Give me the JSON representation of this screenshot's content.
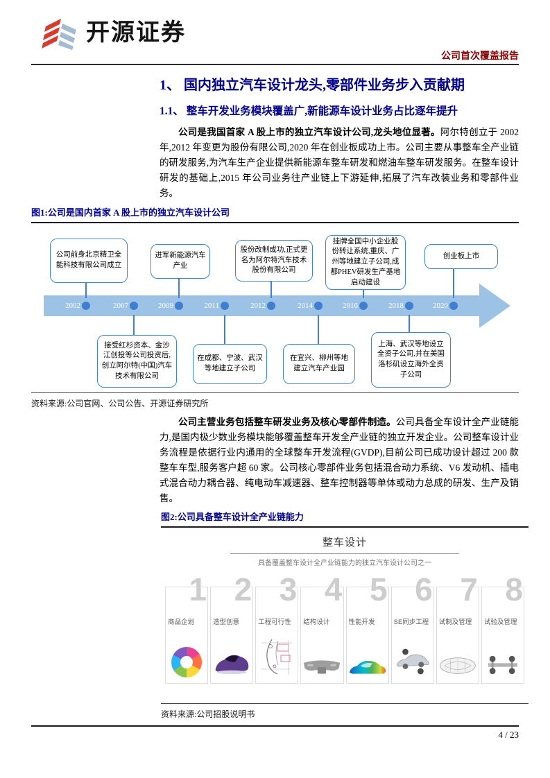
{
  "header": {
    "brand": "开源证券",
    "report_type": "公司首次覆盖报告"
  },
  "section": {
    "h1": "1、 国内独立汽车设计龙头,零部件业务步入贡献期",
    "h2": "1.1、 整车开发业务模块覆盖广,新能源车设计业务占比逐年提升"
  },
  "body": {
    "p1_lead": "公司是我国首家 A 股上市的独立汽车设计公司,龙头地位显著。",
    "p1_text": "阿尔特创立于 2002 年,2012 年变更为股份有限公司,2020 年在创业板成功上市。公司主要从事整车全产业链的研发服务,为汽车生产企业提供新能源车整车研发和燃油车整车研发服务。在整车设计研发的基础上,2015 年公司业务往产业链上下游延伸,拓展了汽车改装业务和零部件业务。",
    "p2_lead": "公司主营业务包括整车研发业务及核心零部件制造。",
    "p2_text": "公司具备全车设计全产业链能力,是国内极少数业务模块能够覆盖整车开发全产业链的独立开发企业。公司整车设计业务流程是依据行业内通用的全球整车开发流程(GVDP),目前公司已成功设计超过 200 款整车车型,服务客户超 60 家。公司核心零部件业务包括混合动力系统、V6 发动机、插电式混合动力耦合器、纯电动车减速器、整车控制器等单体或动力总成的研发、生产及销售。"
  },
  "figure1": {
    "title": "图1:公司是国内首家 A 股上市的独立汽车设计公司",
    "timeline": {
      "years": [
        "2002",
        "2007",
        "2009",
        "2011",
        "2012",
        "2014",
        "2016",
        "2018",
        "2020"
      ],
      "events_top": [
        {
          "year": "2002",
          "text": "公司前身北京精卫全能科技有限公司成立"
        },
        {
          "year": "2009",
          "text": "进军新能源汽车产业"
        },
        {
          "year": "2012",
          "text": "股份改制成功,正式更名为阿尔特汽车技术股份有限公司"
        },
        {
          "year": "2016",
          "text": "挂牌全国中小企业股份转让系统,重庆、广州等地建立子公司,成都PHEV研发生产基地启动建设"
        },
        {
          "year": "2020",
          "text": "创业板上市"
        }
      ],
      "events_bottom": [
        {
          "year": "2007",
          "text": "接受红杉资本、金沙江创投等公司投资后,创立阿尔特(中国)汽车技术有限公司"
        },
        {
          "year": "2011",
          "text": "在成都、宁波、武汉等地建立子公司"
        },
        {
          "year": "2014",
          "text": "在宜兴、柳州等地建立汽车产业园"
        },
        {
          "year": "2018",
          "text": "上海、武汉等地设立全资子公司,并在美国洛杉矶设立海外全资子公司"
        }
      ]
    },
    "source": "资料来源:公司官网、公司公告、开源证券研究所"
  },
  "figure2": {
    "title": "图2:公司具备整车设计全产业链能力",
    "diagram_title": "整车设计",
    "diagram_subtitle": "具备覆盖整车设计全产业链能力的独立汽车设计公司之一",
    "steps": [
      {
        "num": "1",
        "label": "商品企划"
      },
      {
        "num": "2",
        "label": "造型创意"
      },
      {
        "num": "3",
        "label": "工程可行性"
      },
      {
        "num": "4",
        "label": "结构设计"
      },
      {
        "num": "5",
        "label": "性能开发"
      },
      {
        "num": "6",
        "label": "SE同步工程"
      },
      {
        "num": "7",
        "label": "试制及管理"
      },
      {
        "num": "8",
        "label": "试验及管理"
      }
    ],
    "source": "资料来源:公司招股说明书"
  },
  "footer": {
    "page_number": "4 / 23"
  },
  "colors": {
    "heading_navy": "#00008B",
    "header_red": "#8B0000",
    "timeline_bar": "#9CC2E5",
    "timeline_dot": "#3F7ED0",
    "event_box_border": "#3D85D1",
    "logo_red": "#D93A2B",
    "logo_blue": "#A3BBD0"
  }
}
